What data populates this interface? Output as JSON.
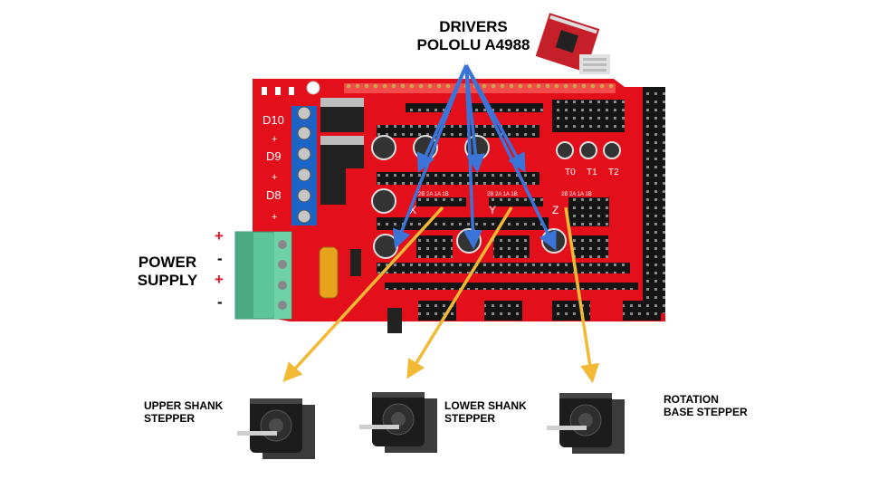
{
  "labels": {
    "drivers_line1": "DRIVERS",
    "drivers_line2": "POLOLU A4988",
    "power_line1": "POWER",
    "power_line2": "SUPPLY",
    "upper_line1": "UPPER SHANK",
    "upper_line2": "STEPPER",
    "lower_line1": "LOWER SHANK",
    "lower_line2": "STEPPER",
    "rotation_line1": "ROTATION",
    "rotation_line2": "BASE STEPPER"
  },
  "terminal_symbols": [
    "+",
    "-",
    "+",
    "-"
  ],
  "board_silkscreen": {
    "outputs": [
      "D10",
      "D9",
      "D8"
    ],
    "thermistors": [
      "T0",
      "T1",
      "T2"
    ],
    "axes": [
      "X",
      "Y",
      "Z"
    ],
    "driver_pins": "2B 2A 1A 1B"
  },
  "colors": {
    "board": "#e3101c",
    "driver_arrows": "#3b74d9",
    "motor_arrows": "#f2b935",
    "terminal_block": "#5ec49a"
  }
}
